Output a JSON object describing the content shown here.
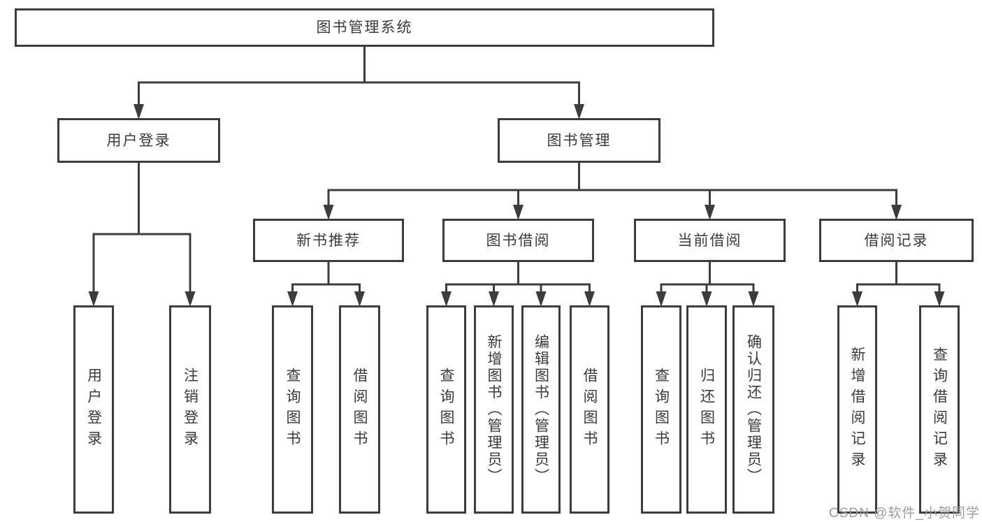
{
  "diagram": {
    "type": "hierarchy-tree",
    "watermark": "CSDN @软件_小贺同学",
    "colors": {
      "line": "#3c3c3c",
      "box_border": "#3c3c3c",
      "box_background": "#ffffff",
      "text": "#3a3a3a",
      "watermark": "#9c9c9c"
    },
    "nodes": {
      "root": {
        "label": "图书管理系统"
      },
      "user_login": {
        "label": "用户登录"
      },
      "book_mgmt": {
        "label": "图书管理"
      },
      "new_book_recommend": {
        "label": "新书推荐"
      },
      "book_borrow": {
        "label": "图书借阅"
      },
      "current_borrow": {
        "label": "当前借阅"
      },
      "borrow_records": {
        "label": "借阅记录"
      },
      "leaf_user_login": {
        "label": "用户登录"
      },
      "leaf_logout": {
        "label": "注销登录"
      },
      "leaf_query_books_1": {
        "label": "查询图书"
      },
      "leaf_borrow_books_1": {
        "label": "借阅图书"
      },
      "leaf_query_books_2": {
        "label": "查询图书"
      },
      "leaf_add_book_admin": {
        "label": "新增图书（管理员）"
      },
      "leaf_edit_book_admin": {
        "label": "编辑图书（管理员）"
      },
      "leaf_borrow_books_2": {
        "label": "借阅图书"
      },
      "leaf_query_books_3": {
        "label": "查询图书"
      },
      "leaf_return_book": {
        "label": "归还图书"
      },
      "leaf_confirm_return_admin": {
        "label": "确认归还（管理员）"
      },
      "leaf_add_borrow_record": {
        "label": "新增借阅记录"
      },
      "leaf_query_borrow_record": {
        "label": "查询借阅记录"
      }
    },
    "tree": {
      "root": [
        "user_login",
        "book_mgmt"
      ],
      "user_login": [
        "leaf_user_login",
        "leaf_logout"
      ],
      "book_mgmt": [
        "new_book_recommend",
        "book_borrow",
        "current_borrow",
        "borrow_records"
      ],
      "new_book_recommend": [
        "leaf_query_books_1",
        "leaf_borrow_books_1"
      ],
      "book_borrow": [
        "leaf_query_books_2",
        "leaf_add_book_admin",
        "leaf_edit_book_admin",
        "leaf_borrow_books_2"
      ],
      "current_borrow": [
        "leaf_query_books_3",
        "leaf_return_book",
        "leaf_confirm_return_admin"
      ],
      "borrow_records": [
        "leaf_add_borrow_record",
        "leaf_query_borrow_record"
      ]
    }
  }
}
